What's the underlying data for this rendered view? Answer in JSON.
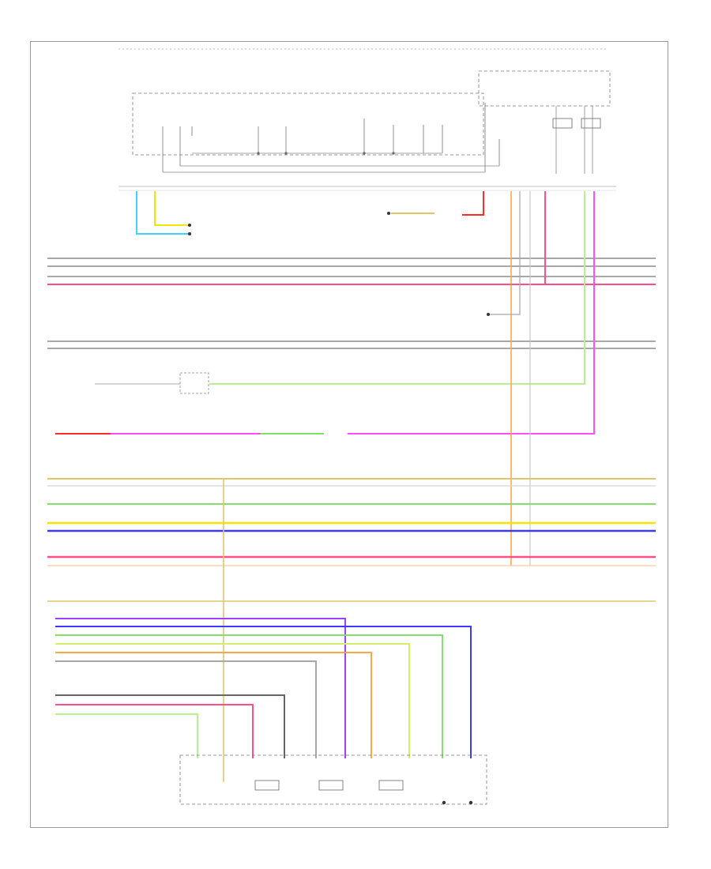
{
  "diagram": {
    "title": "",
    "bottom_caption": "",
    "corner_code": "",
    "colors": {
      "frame": "#9a9a9a",
      "pink": "#ff4f86",
      "red": "#ff2a2a",
      "blue": "#3a3aff",
      "cyan": "#3fd4ff",
      "yellow": "#f2e600",
      "green": "#7fe06a",
      "light_green": "#b9f08f",
      "orange": "#ffa64d",
      "tan": "#e0c66a",
      "magenta": "#ff4dff",
      "gray": "#a8a8a8",
      "dark": "#444444"
    },
    "bus_wires": [
      {
        "side": "left",
        "count": 4,
        "colors": [
          "gray",
          "gray",
          "gray",
          "pink"
        ]
      },
      {
        "side": "left",
        "count": 2,
        "colors": [
          "gray",
          "gray"
        ]
      },
      {
        "side": "left",
        "count": 1,
        "colors": [
          "light_green"
        ]
      },
      {
        "side": "left",
        "count": 1,
        "colors": [
          "magenta"
        ]
      },
      {
        "side": "left",
        "count": 8,
        "colors": [
          "tan",
          "green",
          "yellow",
          "blue",
          "pink",
          "pink",
          "tan",
          "gray"
        ]
      }
    ],
    "component_count": 9
  }
}
